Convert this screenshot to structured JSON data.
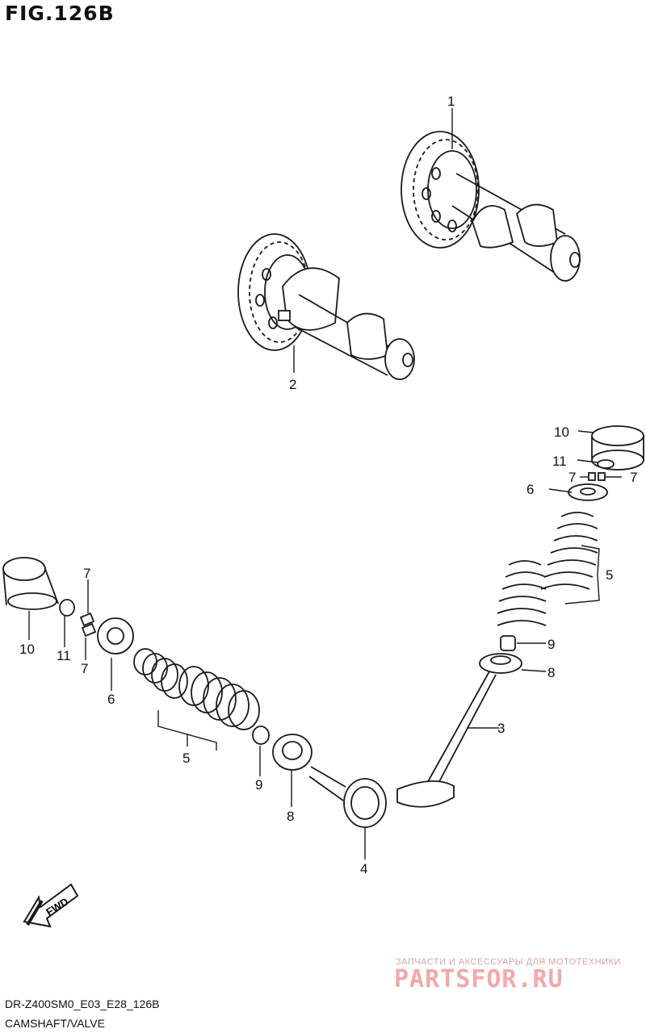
{
  "figure": {
    "title": "FIG.126B",
    "ref_code": "DR-Z400SM0_E03_E28_126B",
    "caption": "CAMSHAFT/VALVE"
  },
  "callouts": [
    "1",
    "2",
    "3",
    "4",
    "5",
    "6",
    "7",
    "8",
    "9",
    "10",
    "11"
  ],
  "fwd_badge": "FWD",
  "watermark": {
    "tagline": "ЗАПЧАСТИ И АКСЕССУАРЫ ДЛЯ МОТОТЕХНИКИ",
    "logo": "PARTSFOR.RU"
  },
  "colors": {
    "line": "#1a1a1a",
    "watermark": "#f3a9a9"
  }
}
